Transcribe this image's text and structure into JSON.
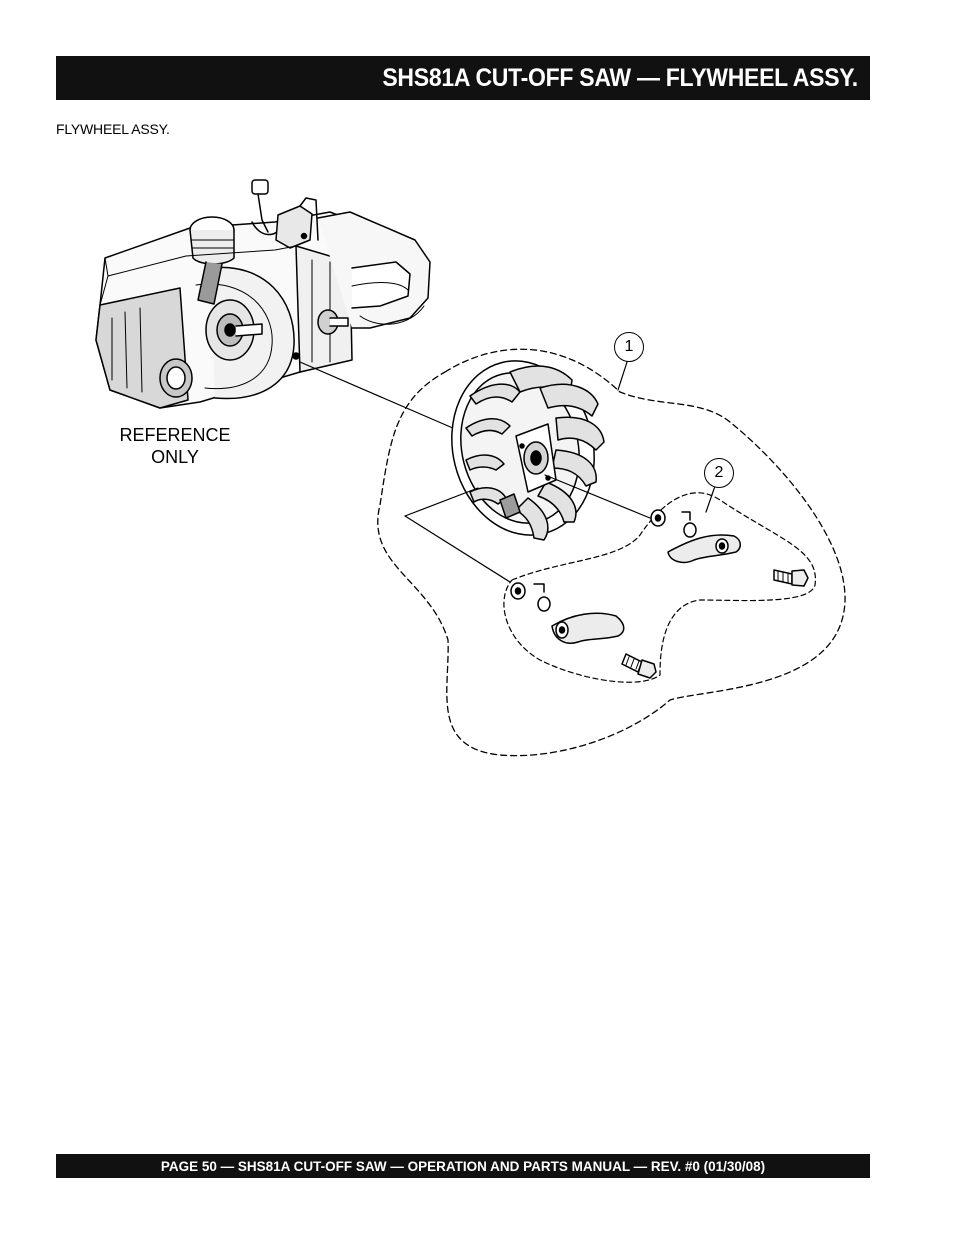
{
  "header": {
    "title": "SHS81A CUT-OFF SAW — FLYWHEEL ASSY."
  },
  "section": {
    "label": "FLYWHEEL  ASSY."
  },
  "figure": {
    "reference_note_line1": "REFERENCE",
    "reference_note_line2": "ONLY",
    "callouts": [
      "1",
      "2"
    ]
  },
  "footer": {
    "text": "PAGE 50 — SHS81A CUT-OFF SAW  — OPERATION AND PARTS MANUAL — REV. #0 (01/30/08)"
  }
}
